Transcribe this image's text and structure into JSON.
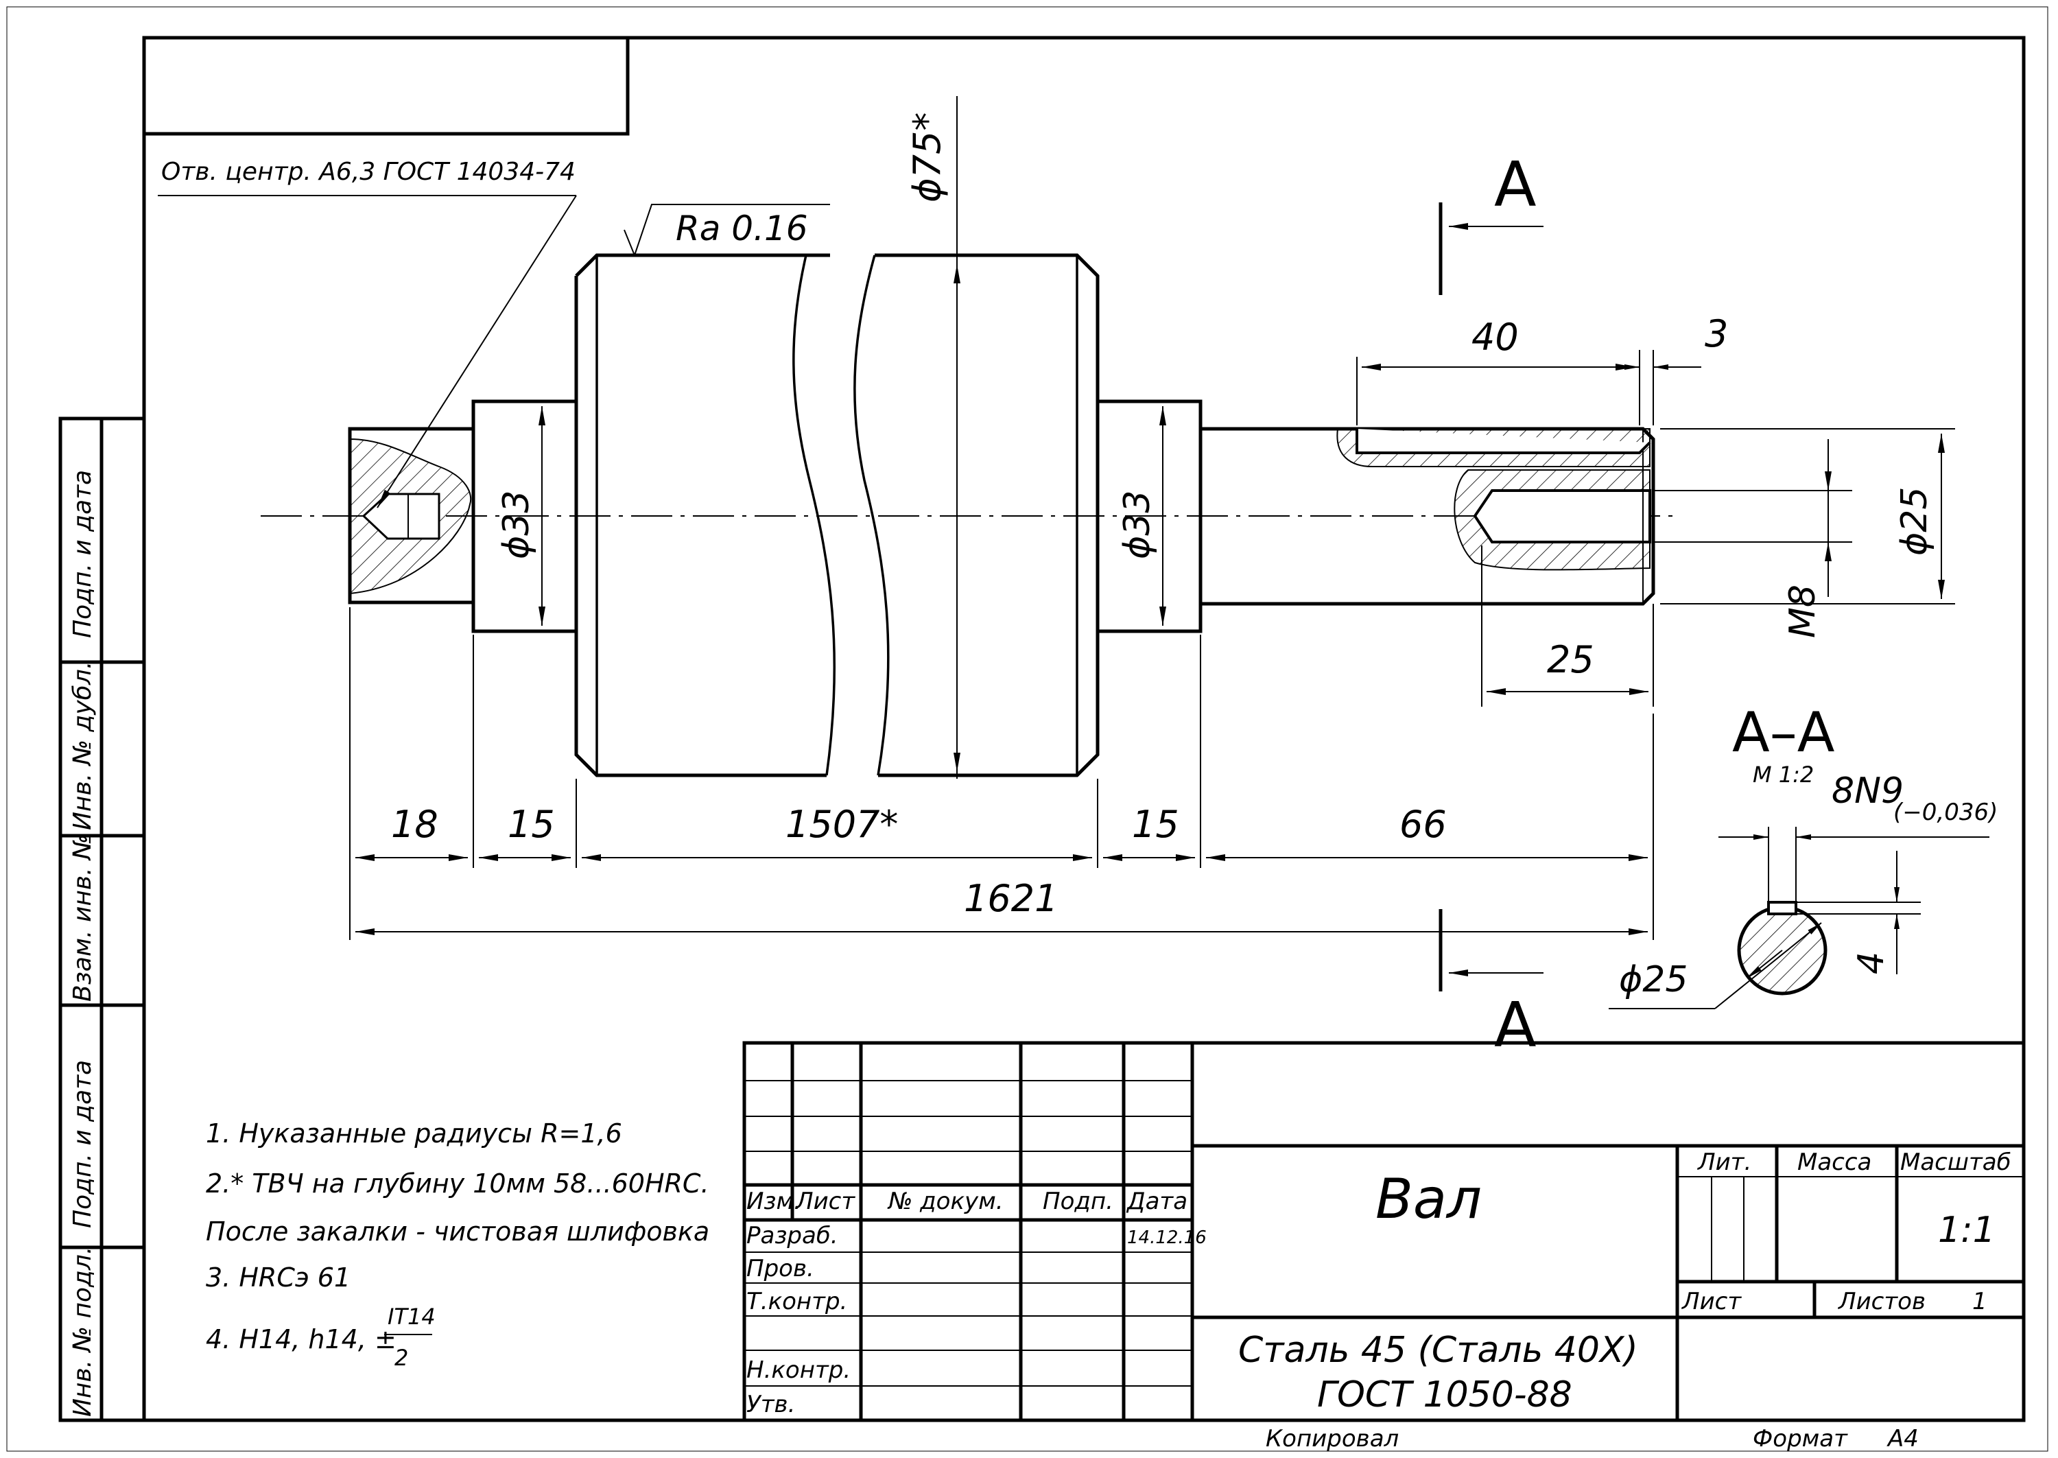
{
  "drawing": {
    "center_hole_note": "Отв. центр. А6,3 ГОСТ 14034-74",
    "roughness": "Ra 0.16",
    "section_mark": "А",
    "section_title": "А–А",
    "section_scale": "М 1:2",
    "dimensions": {
      "d75": "ϕ75*",
      "d33_left": "ϕ33",
      "d33_right": "ϕ33",
      "d25": "ϕ25",
      "d25_section": "ϕ25",
      "thread": "М8",
      "key_length": "40",
      "key_offset": "3",
      "thread_depth": "25",
      "l18": "18",
      "l15_left": "15",
      "l1507": "1507*",
      "l15_right": "15",
      "l66": "66",
      "l1621": "1621",
      "key_width": "8N9",
      "key_tol": "(−0,036)",
      "key_depth": "4"
    }
  },
  "notes": [
    "1. Нуказанные радиусы R=1,6",
    "2.* ТВЧ на глубину 10мм 58...60HRC.",
    "После закалки - чистовая шлифовка",
    "3. HRCэ 61"
  ],
  "note4": {
    "prefix": "4.  H14, h14, ±",
    "numerator": "IT14",
    "denominator": "2"
  },
  "side_stamp": [
    "Подп. и дата",
    "Инв. № дубл.",
    "Взам. инв. №",
    "Подп. и дата",
    "Инв. № подл."
  ],
  "title_block": {
    "headers": {
      "izm": "Изм.",
      "list": "Лист",
      "doc": "№ докум.",
      "podp": "Подп.",
      "data": "Дата"
    },
    "rows": [
      "Разраб.",
      "Пров.",
      "Т.контр.",
      "Н.контр.",
      "Утв."
    ],
    "date": "14.12.16",
    "name": "Вал",
    "material_1": "Сталь 45 (Сталь 40Х)",
    "material_2": "ГОСТ 1050-88",
    "lit": "Лит.",
    "massa": "Масса",
    "masshtab": "Масштаб",
    "scale_value": "1:1",
    "list": "Лист",
    "listov": "Листов",
    "listov_value": "1",
    "kopiroval": "Копировал",
    "format": "Формат",
    "format_value": "А4"
  }
}
